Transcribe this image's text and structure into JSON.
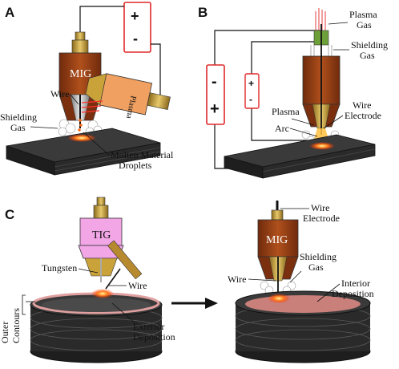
{
  "panels": {
    "a": "A",
    "b": "B",
    "c": "C"
  },
  "torches": {
    "mig": "MIG",
    "plasma": "Plasma",
    "tig": "TIG"
  },
  "polarity": {
    "plus": "+",
    "minus": "-"
  },
  "labels_a": {
    "wire": "Wire",
    "shielding_1": "Shielding",
    "shielding_2": "Gas",
    "molten_1": "Molten Material",
    "molten_2": "Droplets"
  },
  "labels_b": {
    "plasma_gas_1": "Plasma",
    "plasma_gas_2": "Gas",
    "shielding_1": "Shielding",
    "shielding_2": "Gas",
    "plasma": "Plasma",
    "wire_1": "Wire",
    "wire_2": "Electrode",
    "arc": "Arc"
  },
  "labels_c": {
    "tungsten": "Tungsten",
    "wire_left": "Wire",
    "outer_1": "Outer",
    "outer_2": "Contours",
    "exterior_1": "Exterior",
    "exterior_2": "Deposition",
    "wire_el_1": "Wire",
    "wire_el_2": "Electrode",
    "shielding_1": "Shielding",
    "shielding_2": "Gas",
    "wire_right": "Wire",
    "interior_1": "Interior",
    "interior_2": "Deposition"
  },
  "colors": {
    "torch_brown": "#9a3a12",
    "nozzle_gold": "#c9a23a",
    "tig_pink": "#f2a6e6",
    "plasma_orange": "#f0a060",
    "polarity_red": "#e0282a",
    "workpiece_dark": "#2f2f2f",
    "molten_red": "#ff2a2a"
  }
}
